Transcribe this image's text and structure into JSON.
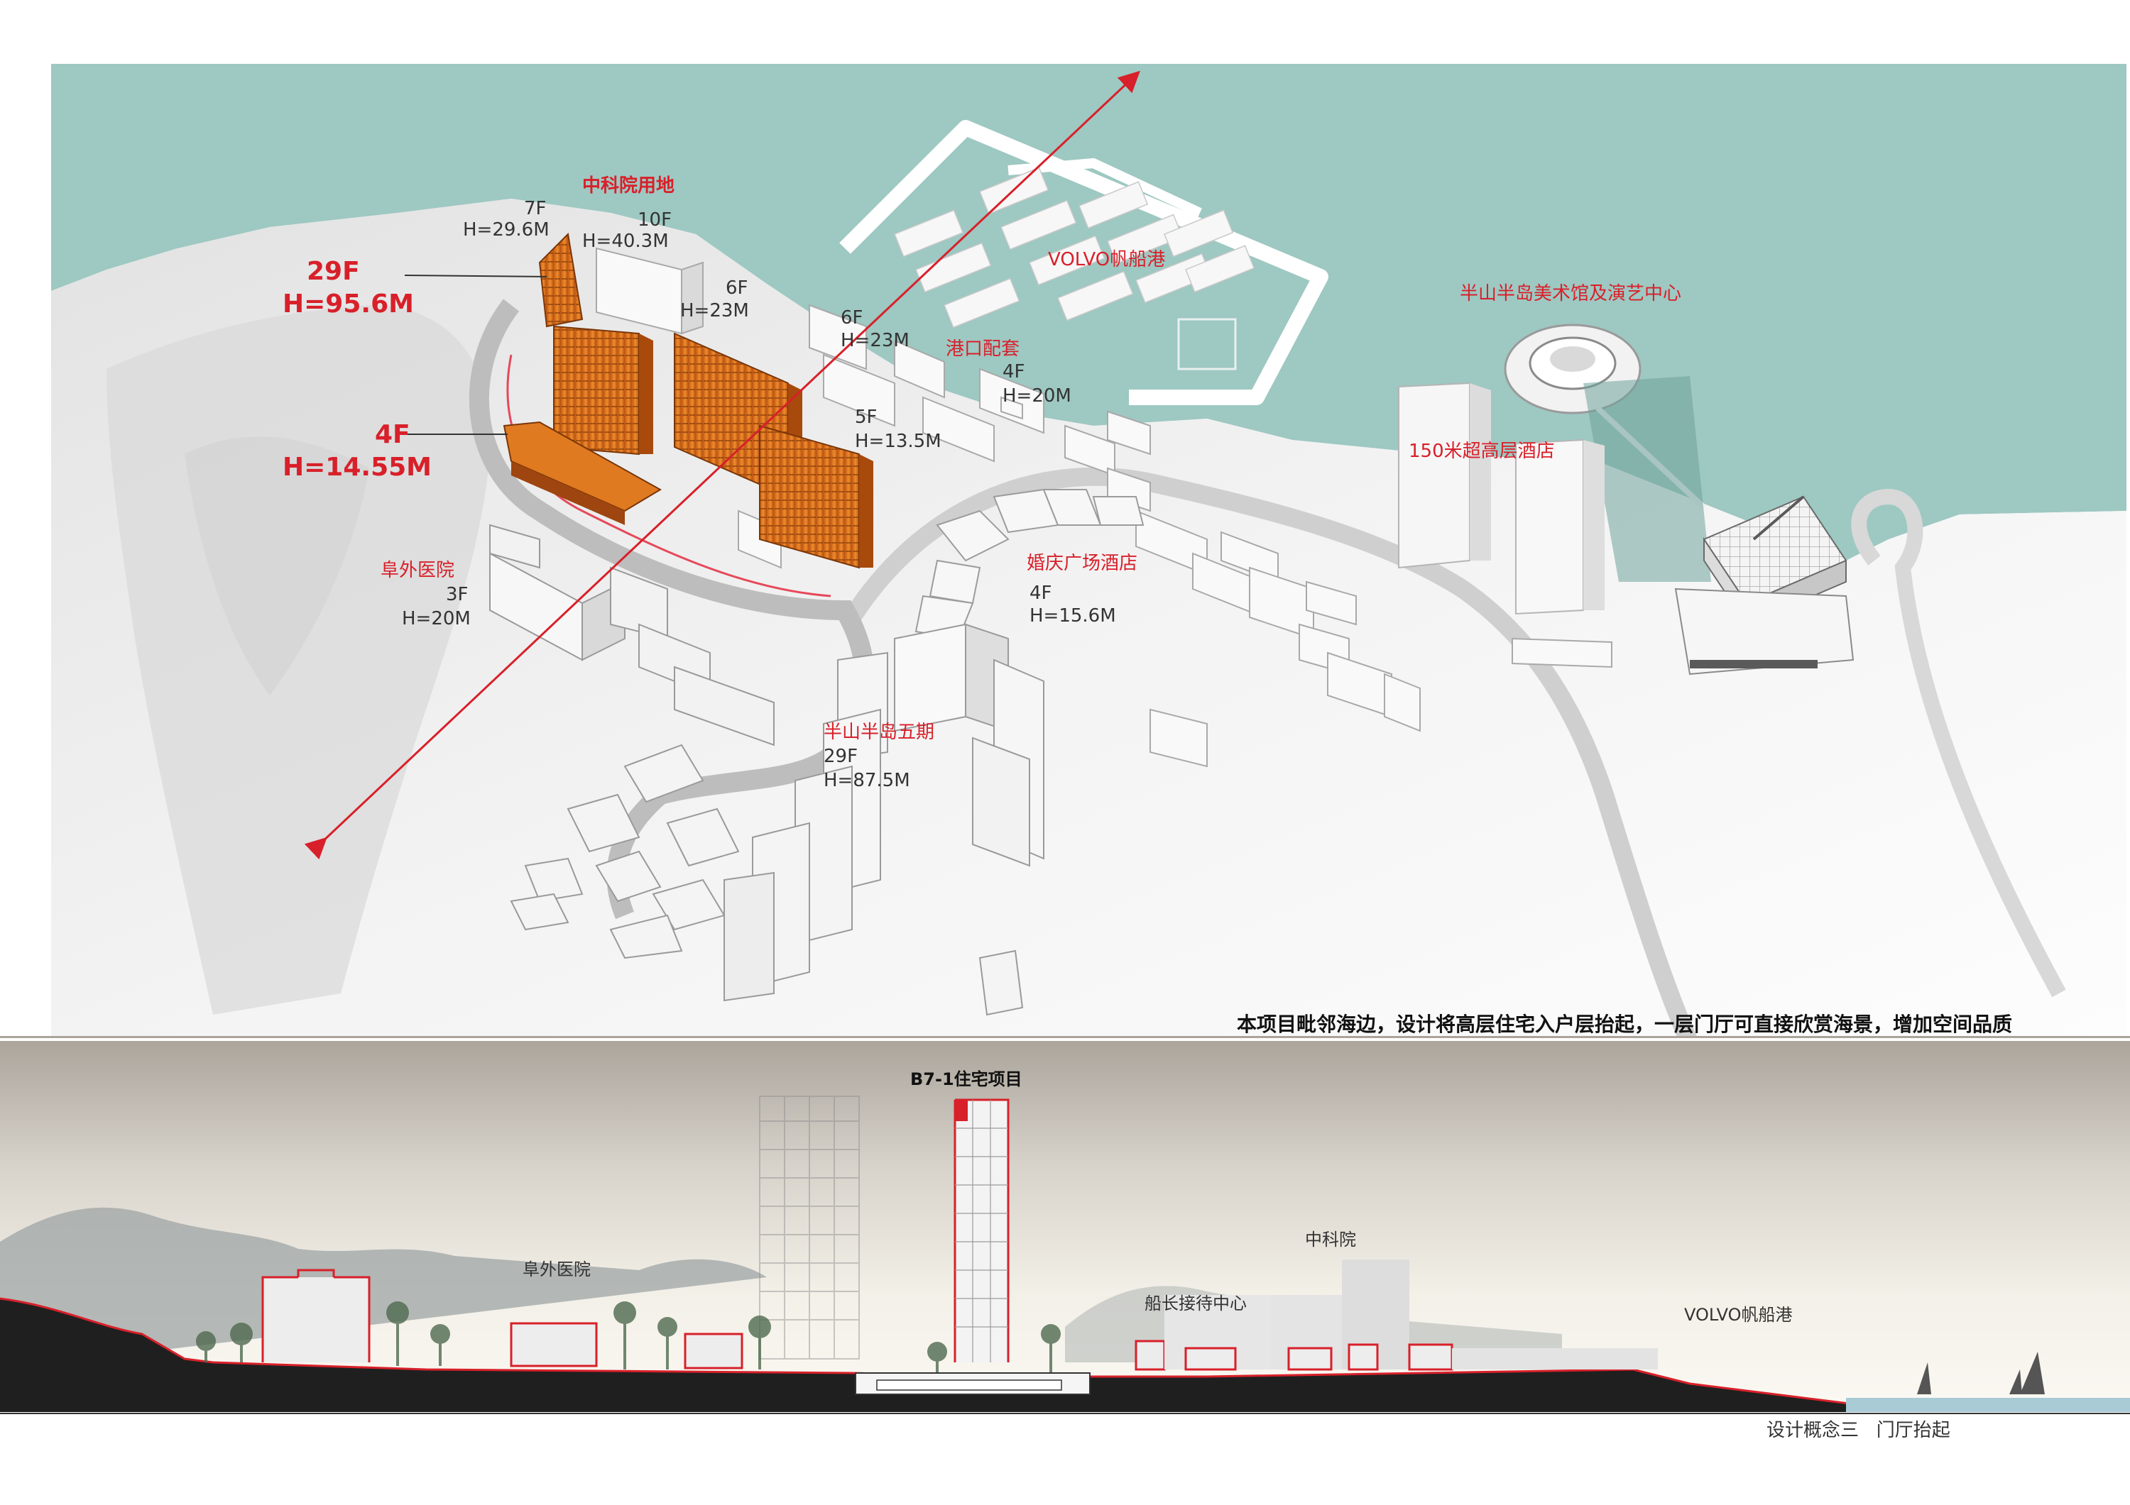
{
  "plan": {
    "labels": {
      "cas_land": "中科院用地",
      "volvo_marina": "VOLVO帆船港",
      "museum_center": "半山半岛美术馆及演艺中心",
      "port_support": "港口配套",
      "hotel_150": "150米超高层酒店",
      "wedding_hotel": "婚庆广场酒店",
      "fuwai_hospital": "阜外医院",
      "phase5": "半山半岛五期"
    },
    "heights": {
      "h_7f": "7F",
      "h_7f_m": "H=29.6M",
      "h_10f": "10F",
      "h_10f_m": "H=40.3M",
      "h_29f": "29F",
      "h_29f_m": "H=95.6M",
      "h_4f": "4F",
      "h_4f_m": "H=14.55M",
      "h_6f_a": "6F",
      "h_6f_a_m": "H=23M",
      "h_6f_b": "6F",
      "h_6f_b_m": "H=23M",
      "h_4f_port": "4F",
      "h_4f_port_m": "H=20M",
      "h_5f": "5F",
      "h_5f_m": "H=13.5M",
      "h_3f": "3F",
      "h_3f_m": "H=20M",
      "h_4f_hotel": "4F",
      "h_4f_hotel_m": "H=15.6M",
      "h_29f_p5": "29F",
      "h_29f_p5_m": "H=87.5M"
    },
    "caption": "本项目毗邻海边，设计将高层住宅入户层抬起，一层门厅可直接欣赏海景，增加空间品质"
  },
  "section": {
    "project_label": "B7-1住宅项目",
    "fuwai": "阜外医院",
    "cas": "中科院",
    "captain": "船长接待中心",
    "volvo": "VOLVO帆船港"
  },
  "footer": {
    "title": "设计概念三   门厅抬起"
  },
  "colors": {
    "sea": "#9ec8c2",
    "highlight": "#d8202a",
    "tower": "#e07a20",
    "ground": "#1f1f1f"
  }
}
